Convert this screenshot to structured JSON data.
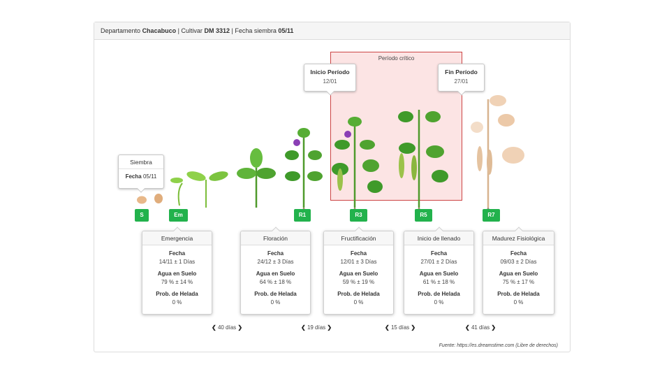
{
  "header": {
    "dept_label": "Departamento",
    "dept_value": "Chacabuco",
    "cultivar_label": "Cultivar",
    "cultivar_value": "DM 3312",
    "sowing_label": "Fecha siembra",
    "sowing_value": "05/11"
  },
  "critical_period": {
    "label": "Período crítico",
    "start": {
      "title": "Inicio Período",
      "date": "12/01"
    },
    "end": {
      "title": "Fin Período",
      "date": "27/01"
    }
  },
  "siembra_tip": {
    "title": "Siembra",
    "label": "Fecha",
    "date": "05/11"
  },
  "stages": [
    {
      "code": "S"
    },
    {
      "code": "Em"
    },
    {
      "code": "R1"
    },
    {
      "code": "R3"
    },
    {
      "code": "R5"
    },
    {
      "code": "R7"
    }
  ],
  "cards": [
    {
      "title": "Emergencia",
      "fecha_label": "Fecha",
      "fecha": "14/11 ± 1 Días",
      "agua_label": "Agua en Suelo",
      "agua": "79 % ± 14 %",
      "helada_label": "Prob. de Helada",
      "helada": "0 %"
    },
    {
      "title": "Floración",
      "fecha_label": "Fecha",
      "fecha": "24/12 ± 3 Días",
      "agua_label": "Agua en Suelo",
      "agua": "64 % ± 18 %",
      "helada_label": "Prob. de Helada",
      "helada": "0 %"
    },
    {
      "title": "Fructificación",
      "fecha_label": "Fecha",
      "fecha": "12/01 ± 3 Días",
      "agua_label": "Agua en Suelo",
      "agua": "59 % ± 19 %",
      "helada_label": "Prob. de Helada",
      "helada": "0 %"
    },
    {
      "title": "Inicio de llenado",
      "fecha_label": "Fecha",
      "fecha": "27/01 ± 2 Días",
      "agua_label": "Agua en Suelo",
      "agua": "61 % ± 18 %",
      "helada_label": "Prob. de Helada",
      "helada": "0 %"
    },
    {
      "title": "Madurez Fisiológica",
      "fecha_label": "Fecha",
      "fecha": "09/03 ± 2 Días",
      "agua_label": "Agua en Suelo",
      "agua": "75 % ± 17 %",
      "helada_label": "Prob. de Helada",
      "helada": "0 %"
    }
  ],
  "intervals": [
    "40 días",
    "19 días",
    "15 días",
    "41 días"
  ],
  "source": "Fuente: https://es.dreamstime.com (Libre de derechos)",
  "colors": {
    "badge": "#22b24c",
    "critical_fill": "#fce4e4",
    "critical_border": "#cc4444"
  }
}
